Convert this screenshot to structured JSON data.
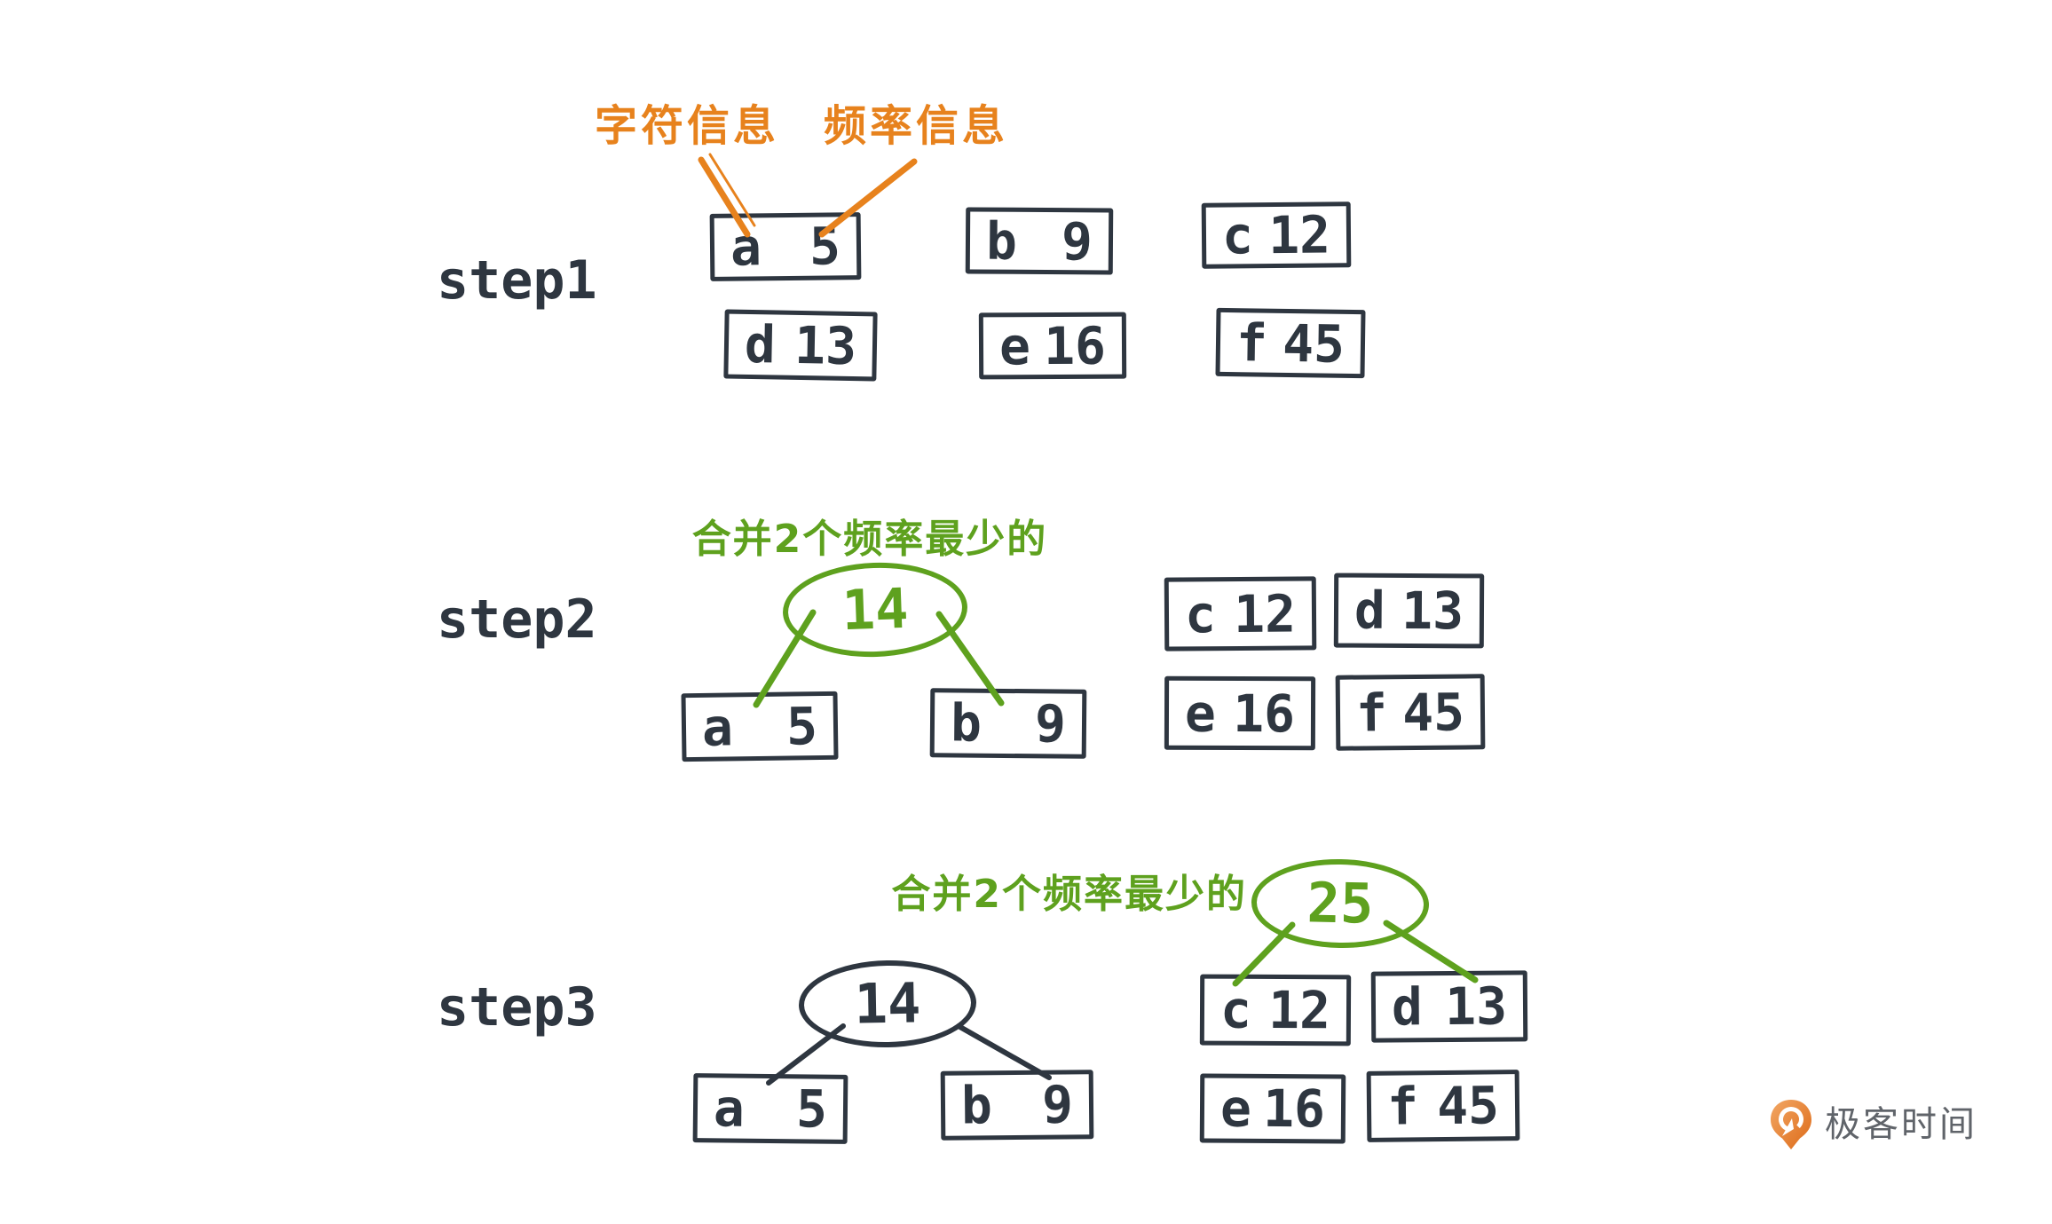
{
  "annotations": {
    "char_info": "字符信息",
    "freq_info": "频率信息"
  },
  "steps": [
    {
      "label": "step1",
      "nodes": [
        {
          "char": "a",
          "freq": "5"
        },
        {
          "char": "b",
          "freq": "9"
        },
        {
          "char": "c",
          "freq": "12"
        },
        {
          "char": "d",
          "freq": "13"
        },
        {
          "char": "e",
          "freq": "16"
        },
        {
          "char": "f",
          "freq": "45"
        }
      ]
    },
    {
      "label": "step2",
      "merge_note": "合并2个频率最少的",
      "merged": {
        "value": "14",
        "children": [
          {
            "char": "a",
            "freq": "5"
          },
          {
            "char": "b",
            "freq": "9"
          }
        ]
      },
      "remaining": [
        {
          "char": "c",
          "freq": "12"
        },
        {
          "char": "d",
          "freq": "13"
        },
        {
          "char": "e",
          "freq": "16"
        },
        {
          "char": "f",
          "freq": "45"
        }
      ]
    },
    {
      "label": "step3",
      "merge_note": "合并2个频率最少的",
      "subtree": {
        "value": "14",
        "children": [
          {
            "char": "a",
            "freq": "5"
          },
          {
            "char": "b",
            "freq": "9"
          }
        ]
      },
      "merged": {
        "value": "25",
        "children": [
          {
            "char": "c",
            "freq": "12"
          },
          {
            "char": "d",
            "freq": "13"
          }
        ]
      },
      "remaining": [
        {
          "char": "e",
          "freq": "16"
        },
        {
          "char": "f",
          "freq": "45"
        }
      ]
    }
  ],
  "colors": {
    "ink": "#2e3640",
    "orange": "#e7821d",
    "green": "#5ea11e",
    "logo_gray": "#60646a"
  },
  "logo": {
    "text": "极客时间"
  }
}
